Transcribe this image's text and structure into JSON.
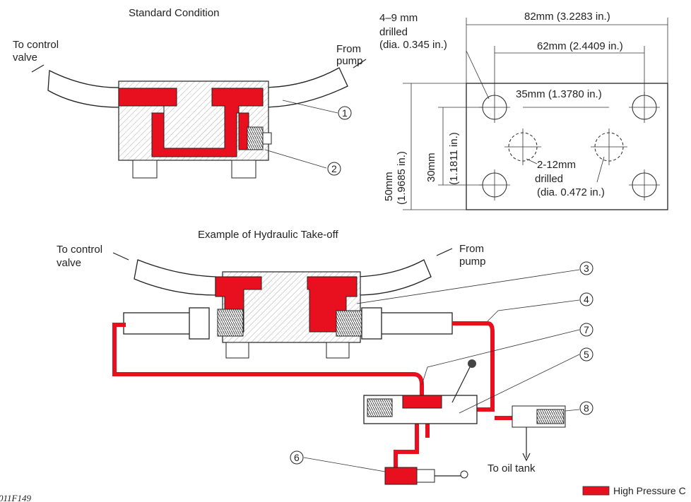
{
  "standard": {
    "title": "Standard Condition",
    "to_control_valve": [
      "To control",
      "valve"
    ],
    "from_pump": [
      "From",
      "pump"
    ],
    "callouts": [
      "1",
      "2"
    ]
  },
  "plate": {
    "hole_label": [
      "4–9 mm",
      "drilled",
      "(dia. 0.345 in.)"
    ],
    "width_82": "82mm (3.2283 in.)",
    "width_62": "62mm (2.4409 in.)",
    "width_35": "35mm (1.3780 in.)",
    "height_50": [
      "50mm",
      "(1.9685 in.)"
    ],
    "height_30": [
      "30mm",
      "(1.1811 in.)"
    ],
    "small_hole_label": [
      "2-12mm",
      "drilled",
      "(dia. 0.472 in.)"
    ]
  },
  "example": {
    "title": "Example of Hydraulic Take-off",
    "to_control_valve": [
      "To control",
      "valve"
    ],
    "from_pump": [
      "From",
      "pump"
    ],
    "to_oil_tank": "To oil tank",
    "callouts": [
      "3",
      "4",
      "7",
      "5",
      "6",
      "8"
    ]
  },
  "figure_code": "011F149",
  "legend": {
    "label": "High Pressure C",
    "color": "#e8101e"
  }
}
